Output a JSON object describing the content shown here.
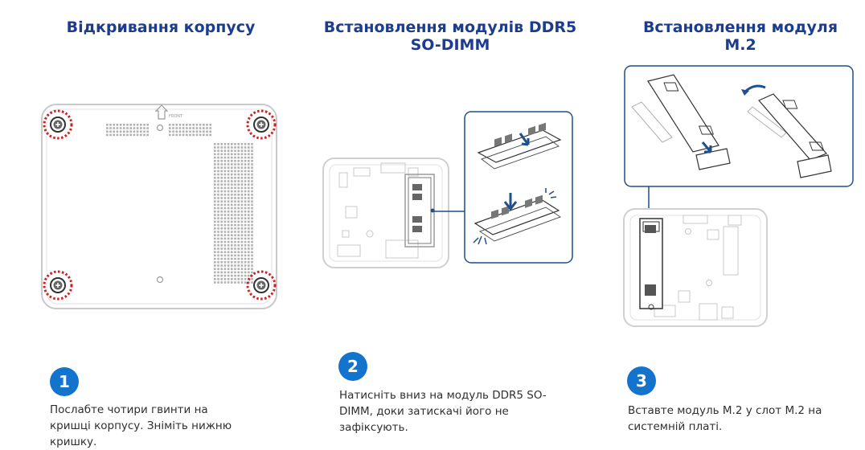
{
  "steps": [
    {
      "number": "1",
      "title": "Відкривання корпусу",
      "description": "Послабте чотири гвинти на кришці корпусу. Зніміть нижню кришку.",
      "front_label": "FRONT"
    },
    {
      "number": "2",
      "title_line1": "Встановлення модулів DDR5",
      "title_line2": "SO-DIMM",
      "description_line1": "Натисніть вниз на модуль DDR5 SO-",
      "description_line2": "DIMM, доки затискачі його не",
      "description_line3": "зафіксують."
    },
    {
      "number": "3",
      "title": "Встановлення модуля M.2",
      "description_line1": "Вставте модуль M.2 у слот M.2 на",
      "description_line2": "системній платі."
    }
  ],
  "colors": {
    "title": "#1c3d8f",
    "badge": "#1473cc",
    "callout_border": "#1f4f8c",
    "screw_highlight": "#cc1f1f",
    "line_art": "#b8b8b8"
  },
  "icons": [
    "screw-icon",
    "arrow-up-icon",
    "press-down-arrow-icon",
    "rotate-arrow-icon",
    "insert-arrow-icon"
  ]
}
